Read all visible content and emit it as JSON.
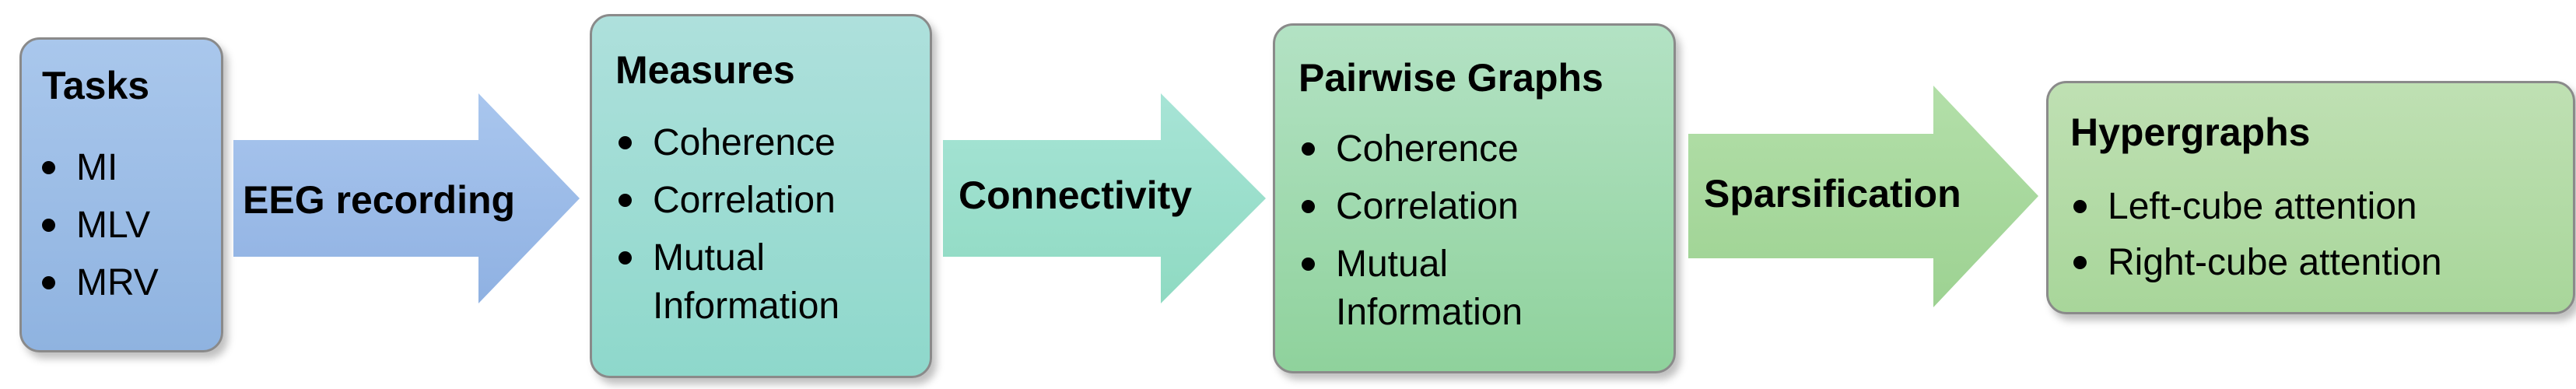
{
  "boxes": {
    "tasks": {
      "title": "Tasks",
      "items": [
        "MI",
        "MLV",
        "MRV"
      ]
    },
    "measures": {
      "title": "Measures",
      "items": [
        "Coherence",
        "Correlation",
        "Mutual",
        "Information"
      ]
    },
    "pairwise": {
      "title": "Pairwise Graphs",
      "items": [
        "Coherence",
        "Correlation",
        "Mutual",
        "Information"
      ]
    },
    "hypergraphs": {
      "title": "Hypergraphs",
      "items": [
        "Left-cube attention",
        "Right-cube attention"
      ]
    }
  },
  "arrows": {
    "eeg": {
      "label": "EEG recording",
      "color": "#9dbde8"
    },
    "connectivity": {
      "label": "Connectivity",
      "color": "#9fe0cf"
    },
    "sparsification": {
      "label": "Sparsification",
      "color": "#a9dba0"
    }
  },
  "colors": {
    "tasks_fill": "#9dbde8",
    "measures_fill": "#9adcd3",
    "pairwise_fill": "#a0d9ad",
    "hyper_fill": "#b3dba6",
    "border": "#8a8a8a"
  }
}
